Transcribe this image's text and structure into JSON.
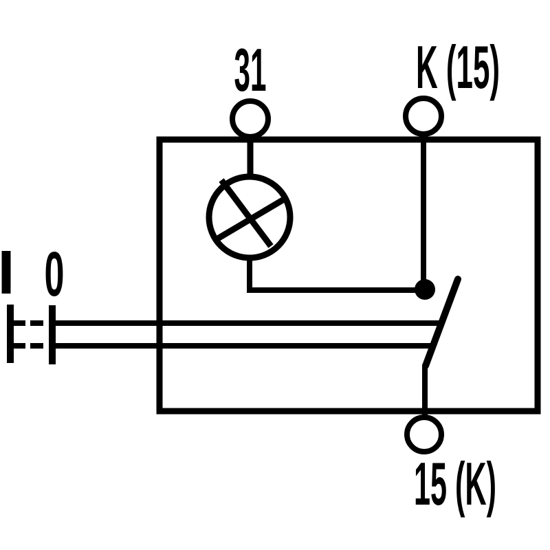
{
  "page": {
    "background_color": "#ffffff"
  },
  "diagram": {
    "type": "switch-wiring-circuit",
    "line_color": "#000000",
    "labels": {
      "terminal_top_left": "31",
      "terminal_top_right": "K (15)",
      "terminal_bottom": "15 (K)",
      "switch_position_on": "I",
      "switch_position_off": "0"
    },
    "icons": {
      "lamp": "circle-with-diagonal-cross",
      "terminals": "open-circle-pins",
      "junction": "filled-dot",
      "actuator_linkage": "double-bar-with-dashed-link"
    }
  }
}
